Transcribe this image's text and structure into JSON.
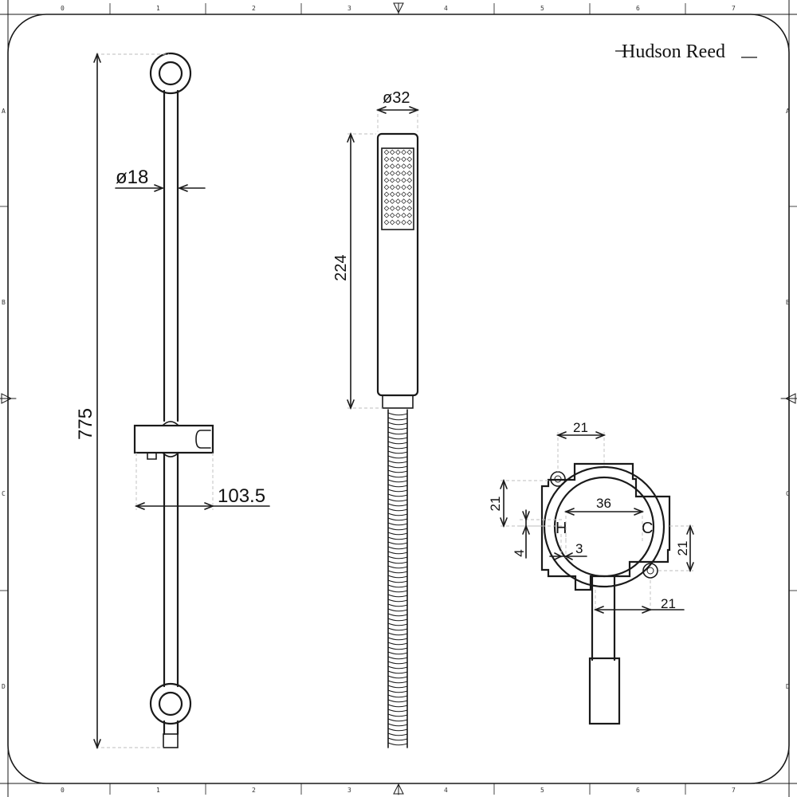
{
  "brand": {
    "name": "Hudson Reed"
  },
  "border": {
    "column_labels": [
      "0",
      "1",
      "2",
      "3",
      "4",
      "5",
      "6",
      "7"
    ],
    "row_labels": [
      "A",
      "B",
      "C",
      "D"
    ]
  },
  "riser_rail": {
    "height_dim": "775",
    "rail_diameter_dim": "ø18",
    "bracket_projection_dim": "103.5"
  },
  "handset": {
    "head_diameter_dim": "ø32",
    "length_dim": "224"
  },
  "outlet": {
    "hole_spacing_top_dim": "21",
    "hole_offset_left_dim": "21",
    "center_distance_dim": "36",
    "hot_label": "H",
    "cold_label": "C",
    "gap_dim": "3",
    "height_small_dim": "4",
    "hole_offset_right_dim": "21",
    "hole_spacing_bottom_dim": "21"
  }
}
